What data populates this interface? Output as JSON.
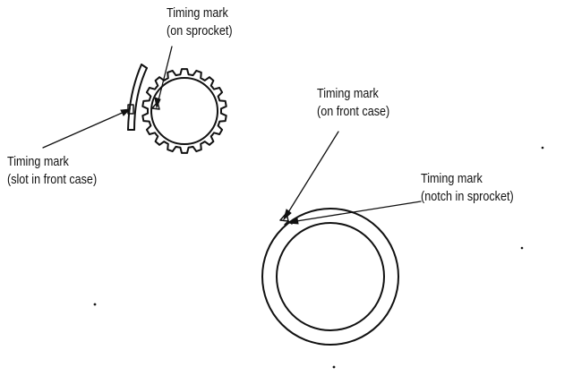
{
  "diagram": {
    "ink_color": "#111111",
    "background_color": "#ffffff",
    "callouts": {
      "sprocket_mark": {
        "line1": "Timing mark",
        "line2": "(on sprocket)"
      },
      "slot_mark": {
        "line1": "Timing mark",
        "line2": "(slot in front case)"
      },
      "front_case_mark": {
        "line1": "Timing mark",
        "line2": "(on front case)"
      },
      "notch_mark": {
        "line1": "Timing mark",
        "line2": "(notch in sprocket)"
      }
    }
  }
}
